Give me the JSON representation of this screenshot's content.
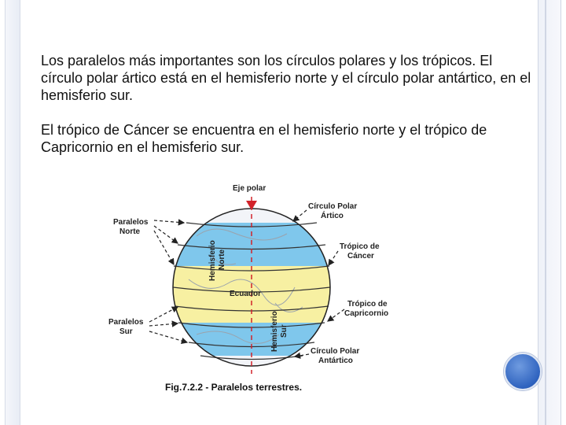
{
  "text": {
    "paragraph1": "Los paralelos más importantes son los círculos polares y los trópicos. El círculo polar ártico está en el hemisferio norte y el círculo polar antártico, en el hemisferio sur.",
    "paragraph2": "El trópico de Cáncer se encuentra en el hemisferio norte y el trópico de Capricornio en el hemisferio sur."
  },
  "figure": {
    "eje_polar": "Eje polar",
    "paralelos_norte_1": "Paralelos",
    "paralelos_norte_2": "Norte",
    "paralelos_sur_1": "Paralelos",
    "paralelos_sur_2": "Sur",
    "circulo_artico_1": "Círculo Polar",
    "circulo_artico_2": "Ártico",
    "tropico_cancer_1": "Trópico de",
    "tropico_cancer_2": "Cáncer",
    "tropico_capricornio_1": "Trópico de",
    "tropico_capricornio_2": "Capricornio",
    "circulo_antartico_1": "Círculo Polar",
    "circulo_antartico_2": "Antártico",
    "ecuador": "Ecuador",
    "hemisferio_norte_1": "Hemisferio",
    "hemisferio_norte_2": "Norte",
    "hemisferio_sur_1": "Hemisferio",
    "hemisferio_sur_2": "Sur",
    "caption": "Fig.7.2.2 - Paralelos terrestres."
  },
  "colors": {
    "polar_white": "#f2f4f8",
    "temperate_blue": "#7fc7ec",
    "tropical_yellow": "#f7f0a2",
    "polar_axis": "#d2232a",
    "orb_blue": "#2f63bf"
  }
}
